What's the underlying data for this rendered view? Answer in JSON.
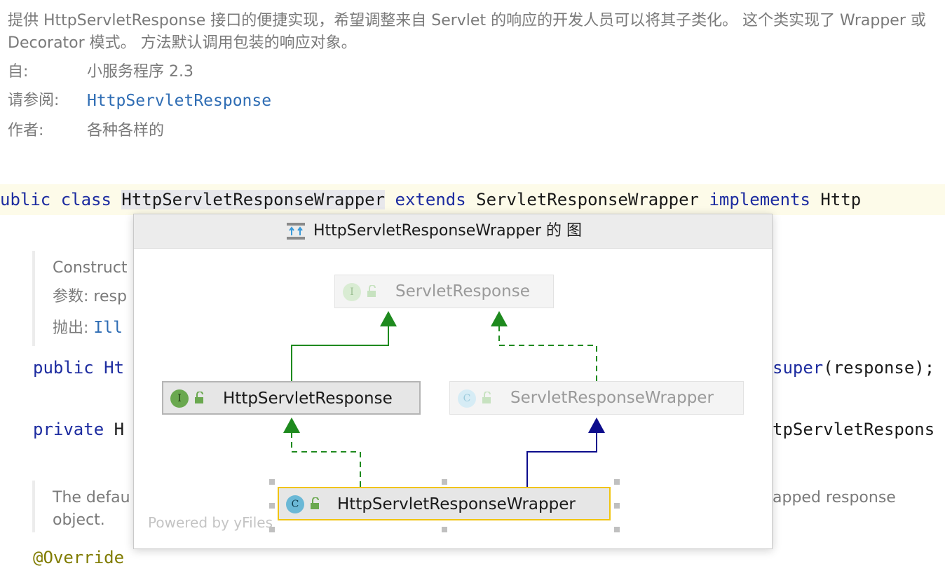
{
  "doc": {
    "description": "提供 HttpServletResponse 接口的便捷实现，希望调整来自 Servlet 的响应的开发人员可以将其子类化。 这个类实现了 Wrapper 或 Decorator 模式。 方法默认调用包装的响应对象。",
    "since_label": "自:",
    "since_value": "小服务程序 2.3",
    "see_label": "请参阅:",
    "see_value": "HttpServletResponse",
    "author_label": "作者:",
    "author_value": "各种各样的"
  },
  "code": {
    "line1": {
      "kw1": "ublic class ",
      "name": "HttpServletResponseWrapper",
      "kw2": " extends ",
      "super": "ServletResponseWrapper",
      "kw3": " implements ",
      "tail": "Http"
    },
    "ctor_doc": {
      "text": "Construct",
      "params_label": "参数: ",
      "params_value": "resp",
      "throws_label": "抛出: ",
      "throws_value": "Ill"
    },
    "ctor_line": {
      "kw": "public ",
      "name": "Ht",
      "right_kw": "super",
      "right_rest": "(response);"
    },
    "field_line": {
      "kw": "private ",
      "name": "H",
      "right": "tpServletRespons"
    },
    "default_doc": {
      "line1": "The defau",
      "line2": "object.",
      "right": "apped response"
    },
    "annotation": "@Override"
  },
  "popup": {
    "title": "HttpServletResponseWrapper 的 图",
    "powered_by": "Powered by yFiles",
    "nodes": {
      "servlet_response": {
        "badge": "I",
        "label": "ServletResponse"
      },
      "http_servlet_response": {
        "badge": "I",
        "label": "HttpServletResponse"
      },
      "servlet_response_wrapper": {
        "badge": "C",
        "label": "ServletResponseWrapper"
      },
      "http_servlet_response_wrapper": {
        "badge": "C",
        "label": "HttpServletResponseWrapper"
      }
    }
  },
  "colors": {
    "keyword": "#1d2ca0",
    "link": "#2f6db4",
    "doc_text": "#7a7a7a",
    "interface_edge": "#1e8a1e",
    "class_edge": "#0c0c8c",
    "selected_border": "#f1c40f",
    "interface_badge": "#6aa84f",
    "class_badge": "#6ab8d6"
  }
}
